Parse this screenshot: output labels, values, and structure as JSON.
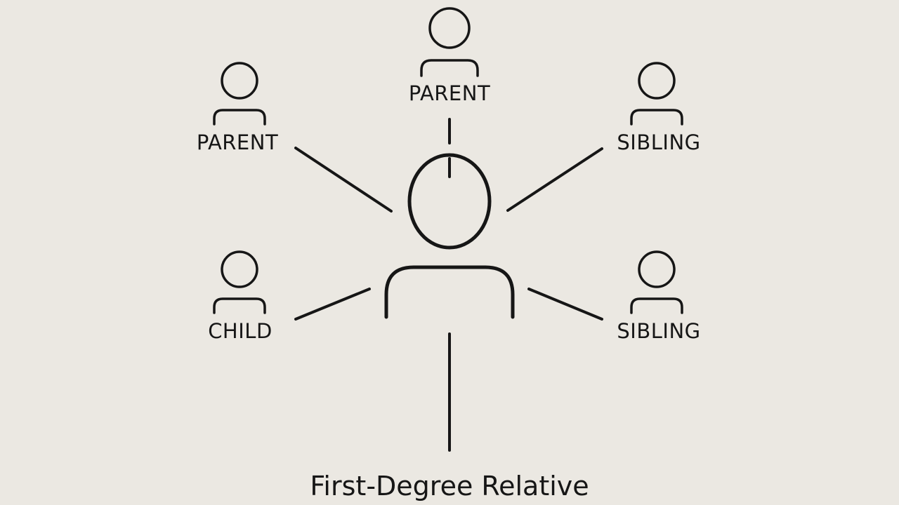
{
  "diagram": {
    "title": "First-Degree Relative",
    "nodes": [
      {
        "id": "top-parent",
        "label": "PARENT"
      },
      {
        "id": "left-parent",
        "label": "PARENT"
      },
      {
        "id": "right-sibling-upper",
        "label": "SIBLING"
      },
      {
        "id": "left-child",
        "label": "CHILD"
      },
      {
        "id": "right-sibling-lower",
        "label": "SIBLING"
      }
    ],
    "colors": {
      "background": "#ebe8e2",
      "ink": "#161616"
    }
  }
}
